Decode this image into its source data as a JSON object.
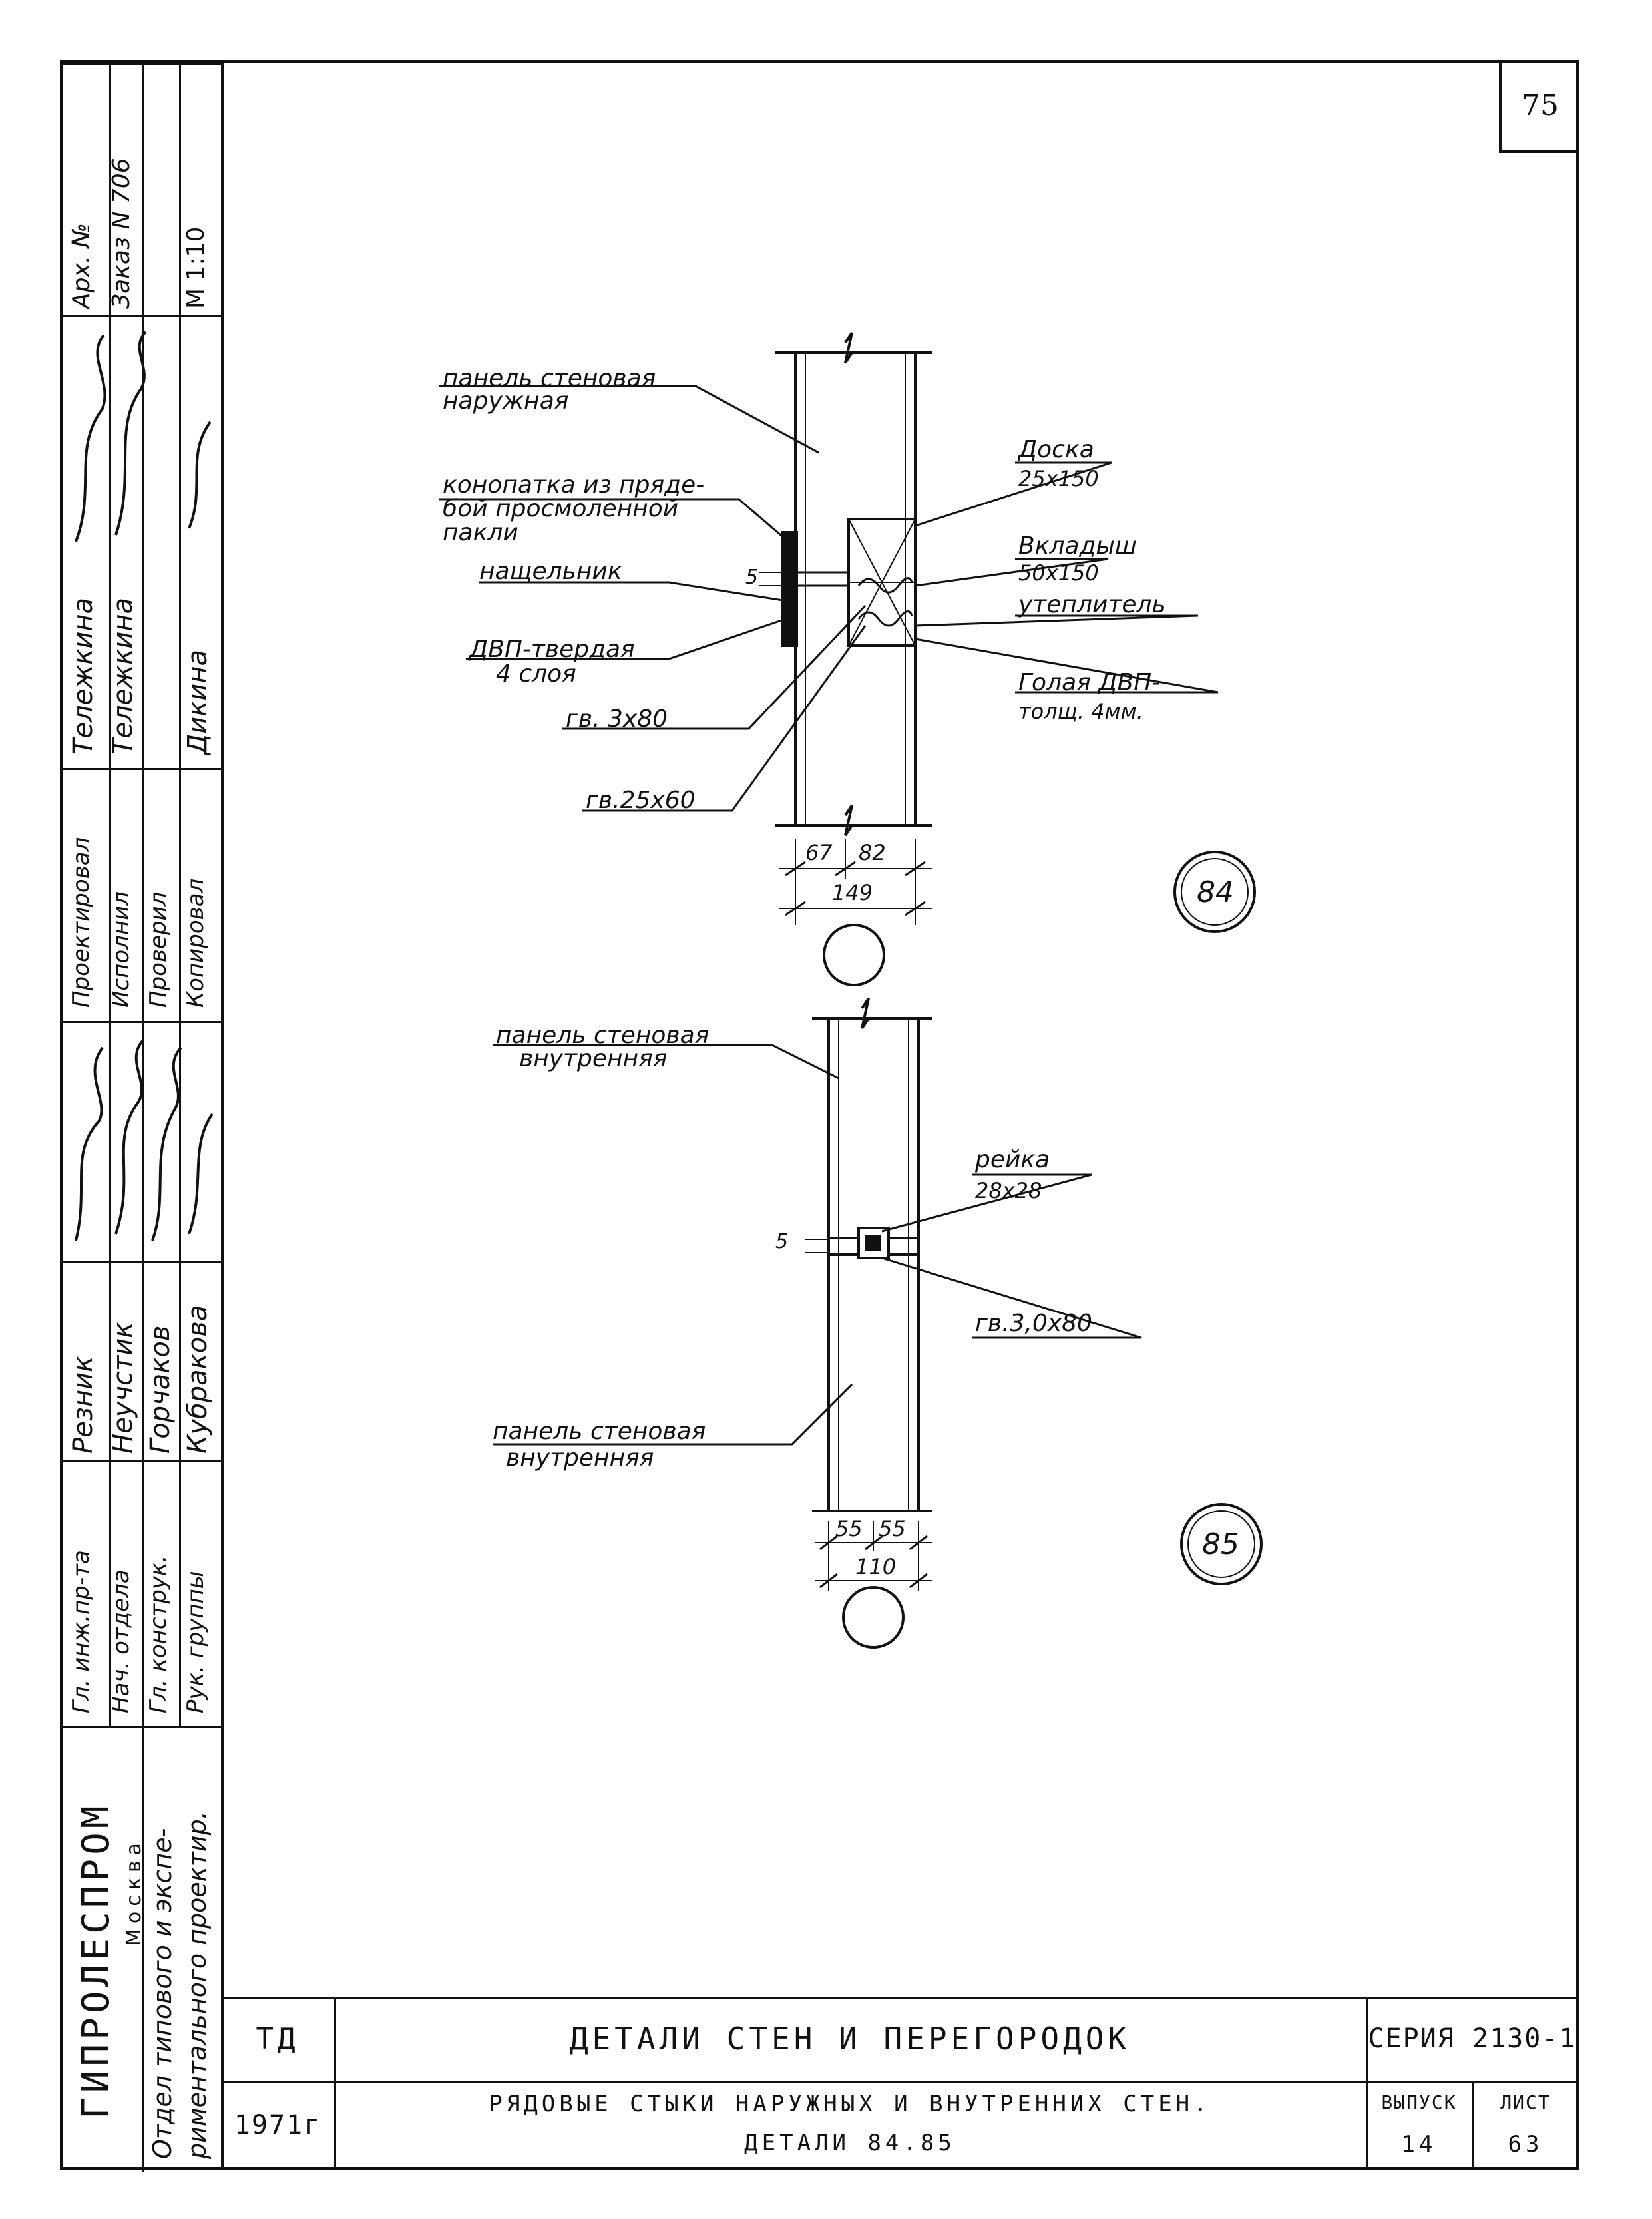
{
  "page_number": "75",
  "stamp": {
    "org": "ГИПРОЛЕСПРОМ",
    "city": "Москва",
    "dept_line1": "Отдел типового и экспе-",
    "dept_line2": "риментального проектир.",
    "roles": [
      "Гл. инж.пр-та",
      "Нач. отдела",
      "Гл. конструк.",
      "Рук. группы"
    ],
    "names": [
      "Резник",
      "Неучстик",
      "Горчаков",
      "Кубракова"
    ],
    "roles2": [
      "Проектировал",
      "Исполнил",
      "Проверил",
      "Копировал"
    ],
    "names2": [
      "Тележкина",
      "Тележкина",
      "",
      "Дикина"
    ],
    "arch_label": "Арх. №",
    "order": "Заказ N 706",
    "scale": "М 1:10"
  },
  "title_block": {
    "td": "ТД",
    "year": "1971г",
    "title": "ДЕТАЛИ СТЕН И ПЕРЕГОРОДОК",
    "subtitle_line1": "РЯДОВЫЕ СТЫКИ НАРУЖНЫХ И ВНУТРЕННИХ СТЕН.",
    "subtitle_line2": "ДЕТАЛИ 84.85",
    "series": "СЕРИЯ 2130-1",
    "issue_label": "ВЫПУСК",
    "issue": "14",
    "sheet_label": "ЛИСТ",
    "sheet": "63"
  },
  "detail84": {
    "number": "84",
    "labels": {
      "panel_ext": "панель стеновая",
      "panel_ext_2": "наружная",
      "caulk": "конопатка из пряде-",
      "caulk_2": "бой просмоленной",
      "caulk_3": "пакли",
      "strip": "нащельник",
      "fiberboard": "ДВП-твердая",
      "fiberboard_2": "4 слоя",
      "nail1": "гв. 3х80",
      "nail2": "гв.25х60",
      "board": "Доска",
      "board_size": "25х150",
      "insert": "Вкладыш",
      "insert_size": "50х150",
      "insulation": "утеплитель",
      "soft_fb": "Голая ДВП-",
      "soft_fb_2": "толщ. 4мм.",
      "gap": "5"
    },
    "dims": {
      "a": "67",
      "b": "82",
      "total": "149"
    }
  },
  "detail85": {
    "number": "85",
    "labels": {
      "panel_int_top": "панель стеновая",
      "panel_int_top_2": "внутренняя",
      "lath": "рейка",
      "lath_size": "28х28",
      "nail": "гв.3,0х80",
      "panel_int_bot": "панель стеновая",
      "panel_int_bot_2": "внутренняя",
      "gap": "5"
    },
    "dims": {
      "a": "55",
      "b": "55",
      "total": "110"
    }
  }
}
